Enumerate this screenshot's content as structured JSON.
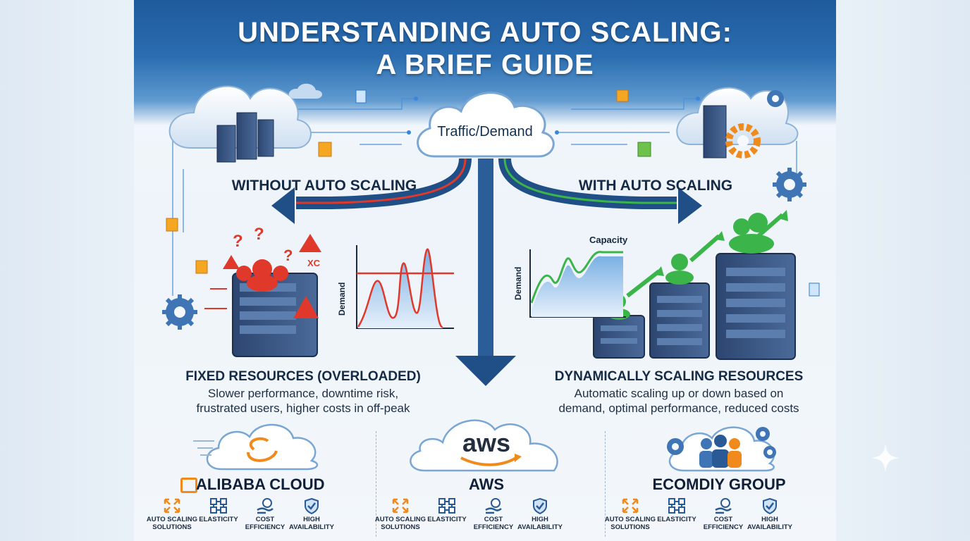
{
  "title": {
    "line1": "UNDERSTANDING AUTO SCALING:",
    "line2": "A BRIEF GUIDE"
  },
  "traffic": {
    "label": "Traffic/Demand"
  },
  "left": {
    "heading": "WITHOUT AUTO SCALING",
    "chart_ylabel": "Demand",
    "alert_text": "XC",
    "result_title": "FIXED RESOURCES (OVERLOADED)",
    "result_line1": "Slower performance, downtime risk,",
    "result_line2": "frustrated users, higher costs in off-peak"
  },
  "right": {
    "heading": "WITH AUTO SCALING",
    "chart_ylabel": "Demand",
    "chart_capacity": "Capacity",
    "result_title": "DYNAMICALLY SCALING RESOURCES",
    "result_line1": "Automatic scaling up or down based on",
    "result_line2": "demand, optimal performance, reduced costs"
  },
  "providers": [
    {
      "name": "ALIBABA CLOUD",
      "logo": "alibaba-logo",
      "features": [
        {
          "line1": "AUTO SCALING",
          "line2": "SOLUTIONS",
          "icon": "expand-icon"
        },
        {
          "line1": "ELASTICITY",
          "line2": "",
          "icon": "nodes-icon"
        },
        {
          "line1": "COST",
          "line2": "EFFICIENCY",
          "icon": "hand-coin-icon"
        },
        {
          "line1": "HIGH",
          "line2": "AVAILABILITY",
          "icon": "shield-check-icon"
        }
      ]
    },
    {
      "name": "AWS",
      "logo_text": "aws",
      "features": [
        {
          "line1": "AUTO SCALING",
          "line2": "SOLUTIONS",
          "icon": "expand-icon"
        },
        {
          "line1": "ELASTICITY",
          "line2": "",
          "icon": "nodes-icon"
        },
        {
          "line1": "COST",
          "line2": "EFFICIENCY",
          "icon": "hand-coin-icon"
        },
        {
          "line1": "HIGH",
          "line2": "AVAILABILITY",
          "icon": "shield-check-icon"
        }
      ]
    },
    {
      "name": "ECOMDIY GROUP",
      "logo": "team-icon",
      "features": [
        {
          "line1": "AUTO SCALING",
          "line2": "SOLUTIONS",
          "icon": "expand-icon"
        },
        {
          "line1": "ELASTICITY",
          "line2": "",
          "icon": "nodes-icon"
        },
        {
          "line1": "COST",
          "line2": "EFFICIENCY",
          "icon": "hand-coin-icon"
        },
        {
          "line1": "HIGH",
          "line2": "AVAILABILITY",
          "icon": "shield-check-icon"
        }
      ]
    }
  ],
  "colors": {
    "banner": "#2a6db0",
    "arrow": "#1f4f86",
    "red": "#e0392b",
    "green": "#3bb54a",
    "orange": "#f08a1c",
    "server": "#35507a"
  }
}
